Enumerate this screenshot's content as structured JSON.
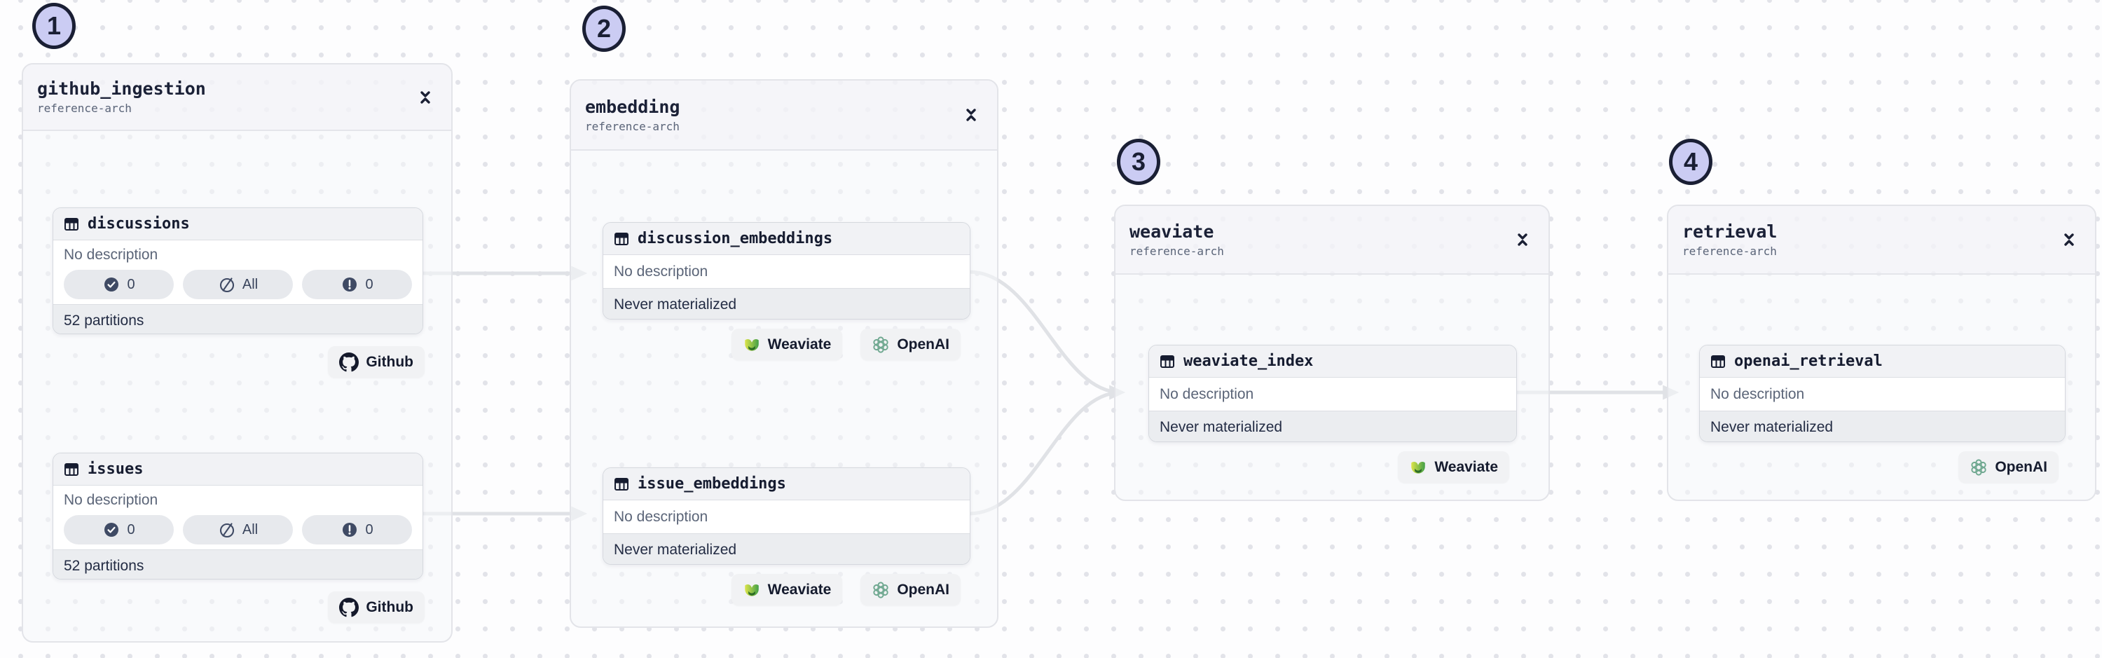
{
  "view": "asset-lineage-graph",
  "steps": [
    {
      "number": "1"
    },
    {
      "number": "2"
    },
    {
      "number": "3"
    },
    {
      "number": "4"
    }
  ],
  "colors": {
    "step_badge_fill": "#CBCCF3",
    "step_badge_border": "#1A1F34",
    "edge": "#E0E2E6",
    "group_border": "#E3E4E9",
    "card_header_bg": "#F1F2F5",
    "card_footer_bg": "#EBEDF0",
    "badge_pill_bg": "#E7E9ED",
    "dark_text": "#1B2137",
    "muted_text": "#5B6578",
    "weaviate_green": "#43A047",
    "openai_green": "#6FA890"
  },
  "groups": [
    {
      "title": "github_ingestion",
      "subtitle": "reference-arch",
      "assets": [
        {
          "name": "discussions",
          "description": "No description",
          "badges": [
            {
              "icon": "check-circle-icon",
              "label": "0"
            },
            {
              "icon": "slash-circle-icon",
              "label": "All"
            },
            {
              "icon": "alert-circle-icon",
              "label": "0"
            }
          ],
          "footer": "52 partitions",
          "tags": [
            {
              "icon": "github-logo-icon",
              "label": "Github"
            }
          ]
        },
        {
          "name": "issues",
          "description": "No description",
          "badges": [
            {
              "icon": "check-circle-icon",
              "label": "0"
            },
            {
              "icon": "slash-circle-icon",
              "label": "All"
            },
            {
              "icon": "alert-circle-icon",
              "label": "0"
            }
          ],
          "footer": "52 partitions",
          "tags": [
            {
              "icon": "github-logo-icon",
              "label": "Github"
            }
          ]
        }
      ]
    },
    {
      "title": "embedding",
      "subtitle": "reference-arch",
      "assets": [
        {
          "name": "discussion_embeddings",
          "description": "No description",
          "footer": "Never materialized",
          "tags": [
            {
              "icon": "weaviate-logo-icon",
              "label": "Weaviate"
            },
            {
              "icon": "openai-logo-icon",
              "label": "OpenAI"
            }
          ]
        },
        {
          "name": "issue_embeddings",
          "description": "No description",
          "footer": "Never materialized",
          "tags": [
            {
              "icon": "weaviate-logo-icon",
              "label": "Weaviate"
            },
            {
              "icon": "openai-logo-icon",
              "label": "OpenAI"
            }
          ]
        }
      ]
    },
    {
      "title": "weaviate",
      "subtitle": "reference-arch",
      "assets": [
        {
          "name": "weaviate_index",
          "description": "No description",
          "footer": "Never materialized",
          "tags": [
            {
              "icon": "weaviate-logo-icon",
              "label": "Weaviate"
            }
          ]
        }
      ]
    },
    {
      "title": "retrieval",
      "subtitle": "reference-arch",
      "assets": [
        {
          "name": "openai_retrieval",
          "description": "No description",
          "footer": "Never materialized",
          "tags": [
            {
              "icon": "openai-logo-icon",
              "label": "OpenAI"
            }
          ]
        }
      ]
    }
  ]
}
